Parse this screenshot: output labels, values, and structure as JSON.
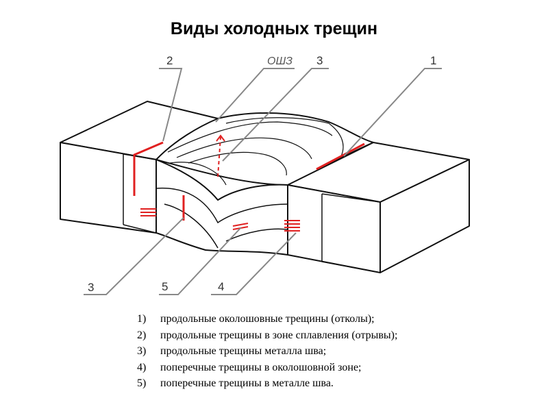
{
  "title": "Виды холодных трещин",
  "labels": {
    "haz": "ОШЗ",
    "callout_1": "1",
    "callout_2": "2",
    "callout_3_top": "3",
    "callout_3_bottom": "3",
    "callout_4": "4",
    "callout_5": "5"
  },
  "legend": [
    {
      "num": "1)",
      "text": "продольные околошовные трещины (отколы);"
    },
    {
      "num": "2)",
      "text": "продольные трещины в зоне сплавления (отрывы);"
    },
    {
      "num": "3)",
      "text": "продольные трещины металла шва;"
    },
    {
      "num": "4)",
      "text": "поперечные трещины в околошовной зоне;"
    },
    {
      "num": "5)",
      "text": "поперечные трещины в металле шва."
    }
  ],
  "colors": {
    "crack": "#e02020",
    "line": "#111111",
    "leader": "#888888"
  }
}
